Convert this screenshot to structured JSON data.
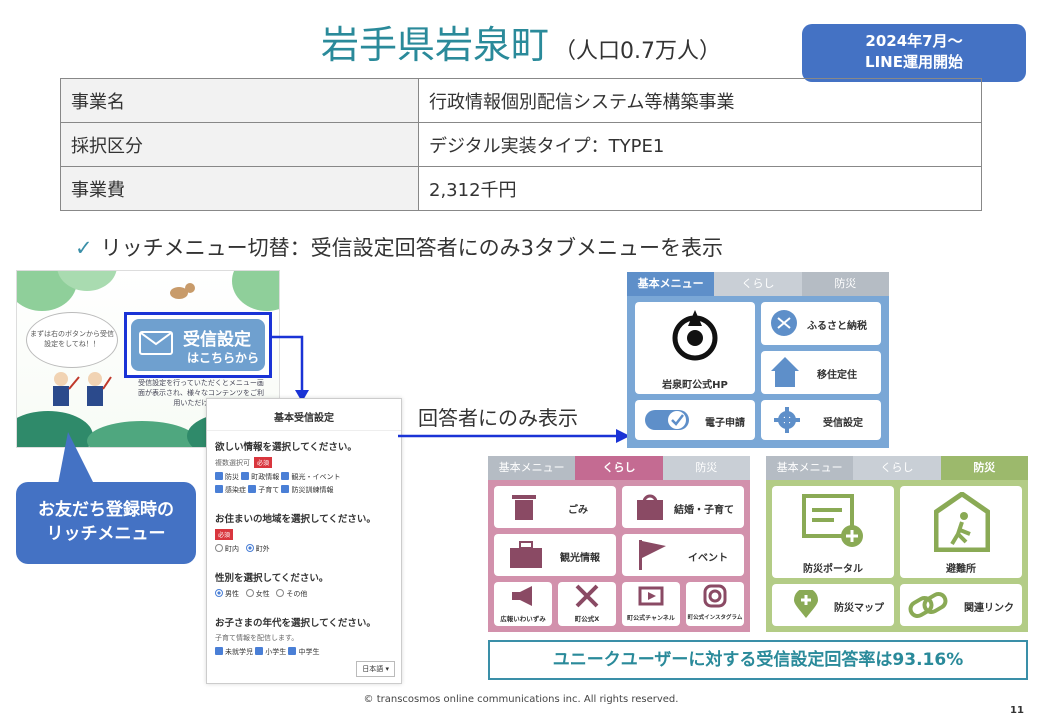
{
  "header": {
    "title": "岩手県岩泉町",
    "subtitle": "（人口0.7万人）",
    "badge_line1": "2024年7月～",
    "badge_line2": "LINE運用開始"
  },
  "info_table": [
    {
      "key": "事業名",
      "value": "行政情報個別配信システム等構築事業"
    },
    {
      "key": "採択区分",
      "value": "デジタル実装タイプ：TYPE1"
    },
    {
      "key": "事業費",
      "value": "2,312千円"
    }
  ],
  "checkpoint": "リッチメニュー切替：受信設定回答者にのみ3タブメニューを表示",
  "friend_menu": {
    "bubble": "まずは右のボタンから受信設定をしてね！！",
    "button_line1": "受信設定",
    "button_line2": "はこちらから",
    "caption": "受信設定を行っていただくとメニュー画面が表示され、様々なコンテンツをご利用いただけます。",
    "callout_line1": "お友だち登録時の",
    "callout_line2": "リッチメニュー"
  },
  "form": {
    "title": "基本受信設定",
    "q1": "欲しい情報を選択してください。",
    "q1_note": "複数選択可",
    "required": "必須",
    "q1_options": [
      "防災",
      "町政情報",
      "観光・イベント",
      "感染症",
      "子育て",
      "防災訓練情報"
    ],
    "q2": "お住まいの地域を選択してください。",
    "q2_options": [
      "町内",
      "町外"
    ],
    "q3": "性別を選択してください。",
    "q3_options": [
      "男性",
      "女性",
      "その他"
    ],
    "q4": "お子さまの年代を選択してください。",
    "q4_note": "子育て情報を配信します。",
    "q4_options": [
      "未就学児",
      "小学生",
      "中学生"
    ],
    "lang": "日本語"
  },
  "arrow_label": "回答者にのみ表示",
  "menus": {
    "tabs": [
      "基本メニュー",
      "くらし",
      "防災"
    ],
    "basic": {
      "items": [
        "岩泉町公式HP",
        "ふるさと納税",
        "移住定住",
        "電子申請",
        "受信設定"
      ]
    },
    "kurashi": {
      "items": [
        "ごみ",
        "結婚・子育て",
        "観光情報",
        "イベント",
        "広報いわいずみ",
        "町公式X",
        "町公式チャンネル",
        "町公式インスタグラム"
      ]
    },
    "bousai": {
      "items": [
        "防災ポータル",
        "避難所",
        "防災マップ",
        "関連リンク"
      ]
    },
    "colors": {
      "basic": "#7aa7d6",
      "kurashi": "#d291ac",
      "bousai": "#b3cc86"
    }
  },
  "rate_text": "ユニークユーザーに対する受信設定回答率は93.16%",
  "footer": "© transcosmos online communications inc.  All rights reserved.",
  "page_number": "11"
}
